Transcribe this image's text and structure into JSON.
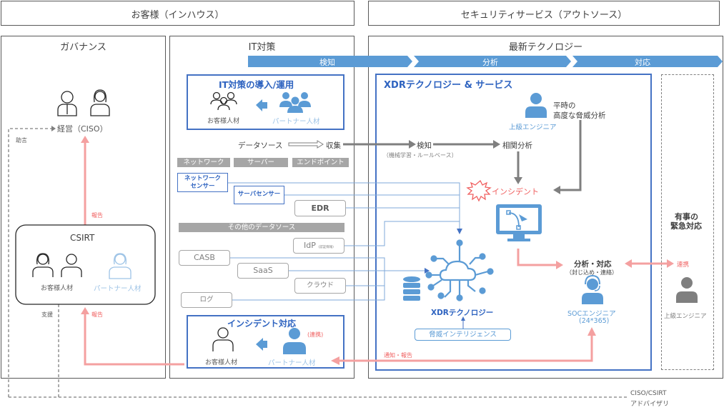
{
  "top_headers": {
    "customer": "お客様（インハウス）",
    "security_service": "セキュリティサービス（アウトソース）"
  },
  "columns": {
    "governance": "ガバナンス",
    "it_measures": "IT対策",
    "latest_tech": "最新テクノロジー"
  },
  "phases": [
    "検知",
    "分析",
    "対応"
  ],
  "governance": {
    "executive_label": "経営（CISO）",
    "advice_label": "助言",
    "report_label_top": "報告",
    "report_label_bottom": "報告",
    "support_label": "支援",
    "csirt": {
      "title": "CSIRT",
      "customer_staff": "お客様人材",
      "partner_staff": "パートナー人材"
    }
  },
  "it_measures": {
    "deploy_box": {
      "title": "IT対策の導入/運用",
      "customer_staff": "お客様人材",
      "partner_staff": "パートナー人材"
    },
    "data_source_label": "データソース",
    "collect_label": "収集",
    "categories": [
      "ネットワーク",
      "サーバー",
      "エンドポイント"
    ],
    "sensors": {
      "network_sensor": "ネットワーク\nセンサー",
      "network_sensor_l1": "ネットワーク",
      "network_sensor_l2": "センサー",
      "server_sensor": "サーバセンサー",
      "edr": "EDR"
    },
    "other_sources_label": "その他のデータソース",
    "other_sources": {
      "idp": "IdP",
      "idp_note": "(認証情報)",
      "casb": "CASB",
      "saas": "SaaS",
      "cloud": "クラウド",
      "log": "ログ"
    },
    "incident_box": {
      "title": "インシデント対応",
      "customer_staff": "お客様人材",
      "partner_staff": "パートナー人材",
      "cooperation": "(連携)"
    }
  },
  "xdr": {
    "title": "XDRテクノロジー & サービス",
    "detect_label": "検知",
    "detect_note": "（機械学習・ルールベース）",
    "correlation_label": "相関分析",
    "senior_engineer": "上級エンジニア",
    "threat_analysis_l1": "平時の",
    "threat_analysis_l2": "高度な脅威分析",
    "incident_label": "インシデント",
    "xdr_tech_label": "XDRテクノロジー",
    "threat_intel_label": "脅威インテリジェンス",
    "analysis_response": "分析・対応",
    "analysis_response_note": "（封じ込め・連絡）",
    "soc_engineer": "SOCエンジニア",
    "soc_hours": "(24*365)",
    "notify_report": "通知・報告"
  },
  "emergency": {
    "title_l1": "有事の",
    "title_l2": "緊急対応",
    "cooperation": "連携",
    "senior_engineer": "上級エンジニア"
  },
  "advisory": {
    "line1": "CISO/CSIRT",
    "line2": "アドバイザリ"
  },
  "colors": {
    "brand_blue": "#4472c4",
    "icon_blue": "#5b9bd5",
    "light_blue": "#9dc3e6",
    "phase_blue": "#5b9bd5",
    "report_pink": "#f4a0a0",
    "incident_red": "#f06060",
    "gray_tag": "#a6a6a6",
    "dark_gray": "#595959"
  }
}
